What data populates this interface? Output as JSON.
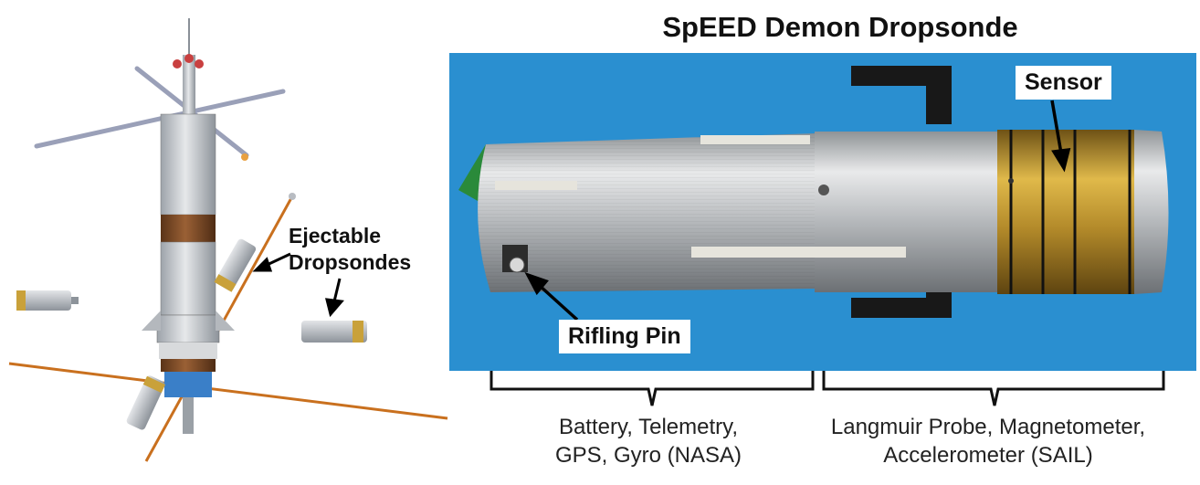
{
  "title": "SpEED Demon Dropsonde",
  "ejectable_label": {
    "line1": "Ejectable",
    "line2": "Dropsondes"
  },
  "photo_labels": {
    "sensor": "Sensor",
    "rifling_pin": "Rifling Pin"
  },
  "captions": {
    "left": {
      "line1": "Battery, Telemetry,",
      "line2": "GPS, Gyro (NASA)"
    },
    "right": {
      "line1": "Langmuir Probe, Magnetometer,",
      "line2": "Accelerometer (SAIL)"
    }
  },
  "colors": {
    "photo_background": "#2a8fd0",
    "canister_silver": "#c8ccd0",
    "sensor_gold": "#c9a13a",
    "rocket_band_brown": "#7a4a2a",
    "antenna_orange": "#d07a2a"
  }
}
